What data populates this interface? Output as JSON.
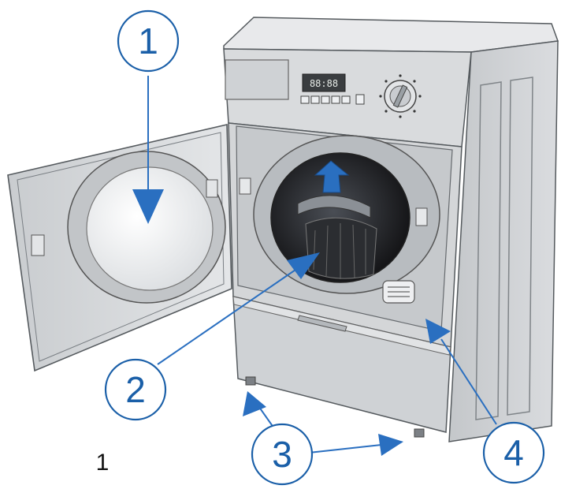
{
  "figure": {
    "number": "1"
  },
  "callouts": [
    {
      "label": "1"
    },
    {
      "label": "2"
    },
    {
      "label": "3"
    },
    {
      "label": "4"
    }
  ],
  "colors": {
    "callout": "#1a5fa8",
    "arrow": "#2a6fc0",
    "body": "#d6d8da",
    "shadow": "#9ea2a6",
    "outline": "#555a5e",
    "drum": "#1c1c1e"
  },
  "control_panel": {
    "display_text": "88:88"
  }
}
